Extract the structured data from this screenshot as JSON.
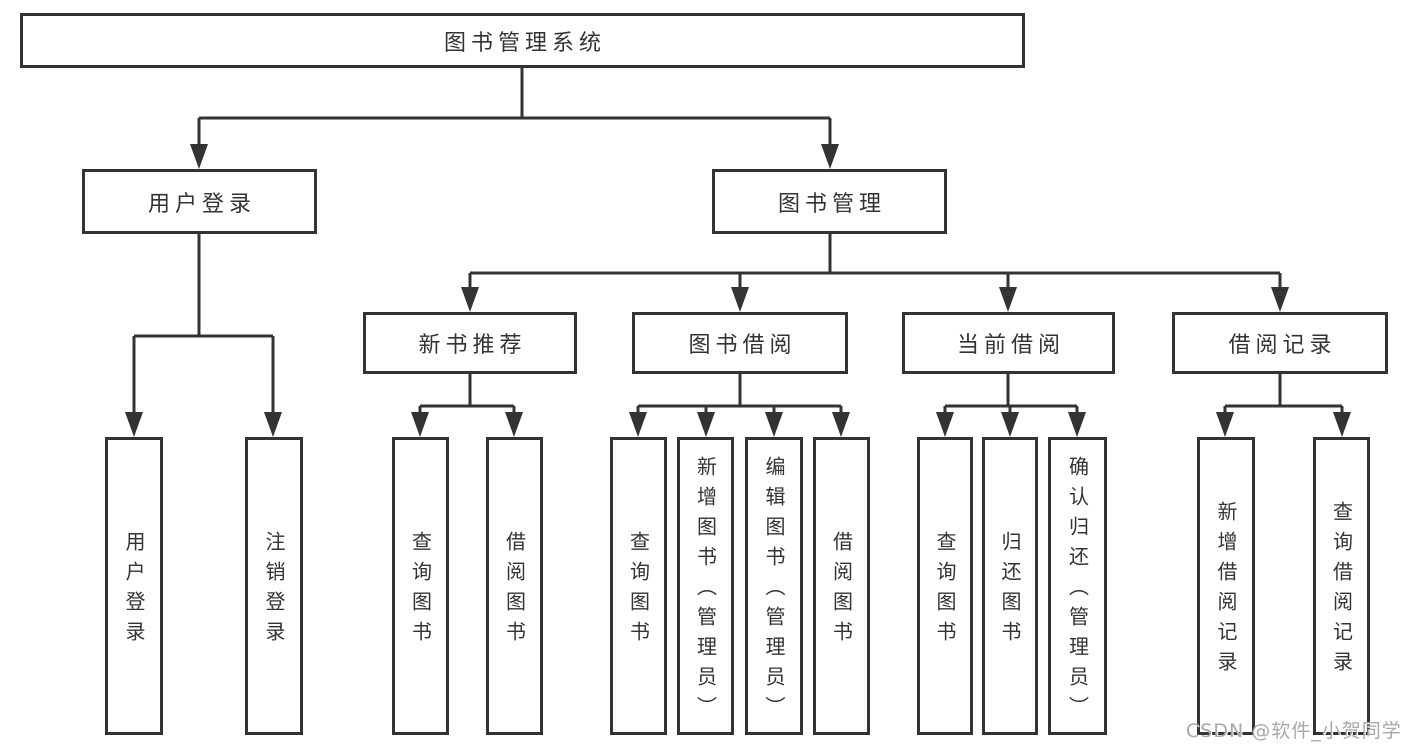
{
  "diagram": {
    "root": {
      "label": "图书管理系统",
      "children": [
        {
          "label": "用户登录",
          "children": [
            {
              "label": "用户登录"
            },
            {
              "label": "注销登录"
            }
          ]
        },
        {
          "label": "图书管理",
          "children": [
            {
              "label": "新书推荐",
              "children": [
                {
                  "label": "查询图书"
                },
                {
                  "label": "借阅图书"
                }
              ]
            },
            {
              "label": "图书借阅",
              "children": [
                {
                  "label": "查询图书"
                },
                {
                  "label": "新增图书（管理员）"
                },
                {
                  "label": "编辑图书（管理员）"
                },
                {
                  "label": "借阅图书"
                }
              ]
            },
            {
              "label": "当前借阅",
              "children": [
                {
                  "label": "查询图书"
                },
                {
                  "label": "归还图书"
                },
                {
                  "label": "确认归还（管理员）"
                }
              ]
            },
            {
              "label": "借阅记录",
              "children": [
                {
                  "label": "新增借阅记录"
                },
                {
                  "label": "查询借阅记录"
                }
              ]
            }
          ]
        }
      ]
    }
  },
  "watermark": {
    "text": "CSDN @软件_小贺同学"
  },
  "colors": {
    "line": "#333333",
    "text": "#333333",
    "box_background": "#ffffff",
    "page_background": "#ffffff",
    "watermark": "#a8a8a8"
  }
}
